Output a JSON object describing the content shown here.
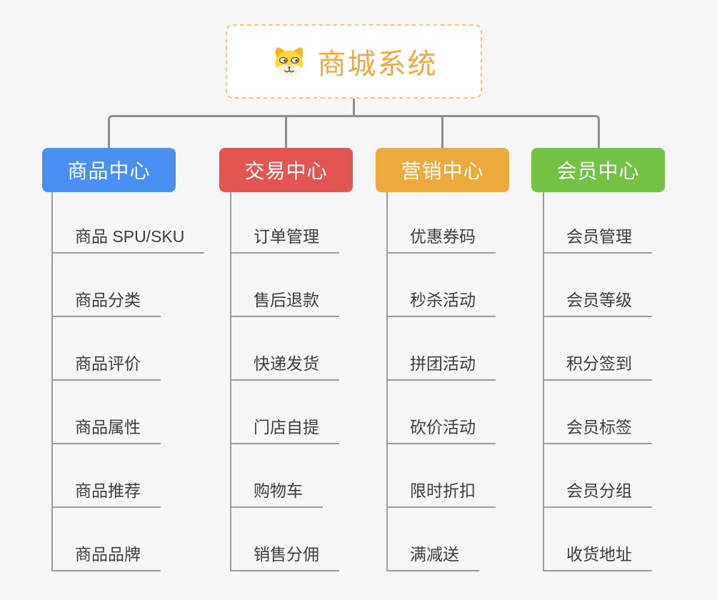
{
  "colors": {
    "canvas-bg": "#f5f6f5",
    "root-accent": "#f0a73e",
    "root-border": "#f3c878",
    "connector": "#8e8e8e",
    "leaf-line": "#9b9b9b",
    "leaf-text": "#3c3c3c"
  },
  "root": {
    "title": "商城系统",
    "icon": "dog-face-icon"
  },
  "branches": [
    {
      "label": "商品中心",
      "color": "#4a90f2",
      "items": [
        "商品 SPU/SKU",
        "商品分类",
        "商品评价",
        "商品属性",
        "商品推荐",
        "商品品牌"
      ]
    },
    {
      "label": "交易中心",
      "color": "#e25551",
      "items": [
        "订单管理",
        "售后退款",
        "快递发货",
        "门店自提",
        "购物车",
        "销售分佣"
      ]
    },
    {
      "label": "营销中心",
      "color": "#eda93b",
      "items": [
        "优惠券码",
        "秒杀活动",
        "拼团活动",
        "砍价活动",
        "限时折扣",
        "满减送"
      ]
    },
    {
      "label": "会员中心",
      "color": "#72c344",
      "items": [
        "会员管理",
        "会员等级",
        "积分签到",
        "会员标签",
        "会员分组",
        "收货地址"
      ]
    }
  ]
}
